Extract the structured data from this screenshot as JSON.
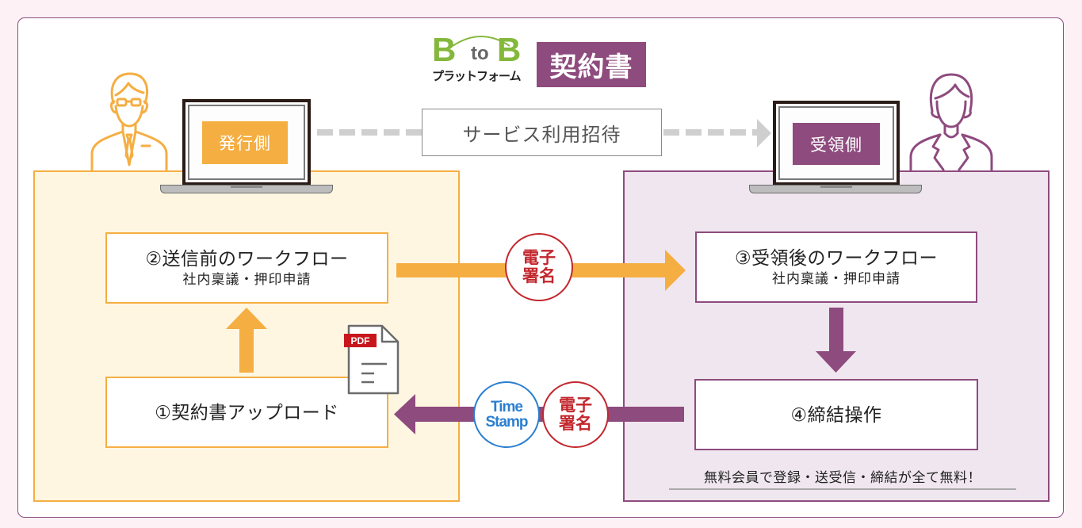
{
  "logo": {
    "brand_b1": "B",
    "brand_to": "to",
    "brand_b2": "B",
    "brand_sub": "プラットフォーム",
    "badge": "契約書"
  },
  "issuer": {
    "label": "発行側",
    "icon": "businessman-icon"
  },
  "recipient": {
    "label": "受領側",
    "icon": "businesswoman-icon"
  },
  "invite": {
    "label": "サービス利用招待"
  },
  "steps": [
    {
      "title": "①契約書アップロード"
    },
    {
      "title": "②送信前のワークフロー",
      "subtitle": "社内稟議・押印申請"
    },
    {
      "title": "③受領後のワークフロー",
      "subtitle": "社内稟議・押印申請"
    },
    {
      "title": "④締結操作"
    }
  ],
  "seals": {
    "e_signature": {
      "line1": "電子",
      "line2": "署名"
    },
    "timestamp": {
      "line1": "Time",
      "line2": "Stamp"
    }
  },
  "pdf_icon": {
    "tag": "PDF"
  },
  "note": "無料会員で登録・送受信・締結が全て無料！",
  "colors": {
    "issuer_orange": "#f5ae42",
    "recipient_purple": "#8e4b7e",
    "brand_green": "#84b83c",
    "seal_red": "#c2272d",
    "timestamp_blue": "#2a7fd0",
    "page_background": "#fdf1f6"
  }
}
